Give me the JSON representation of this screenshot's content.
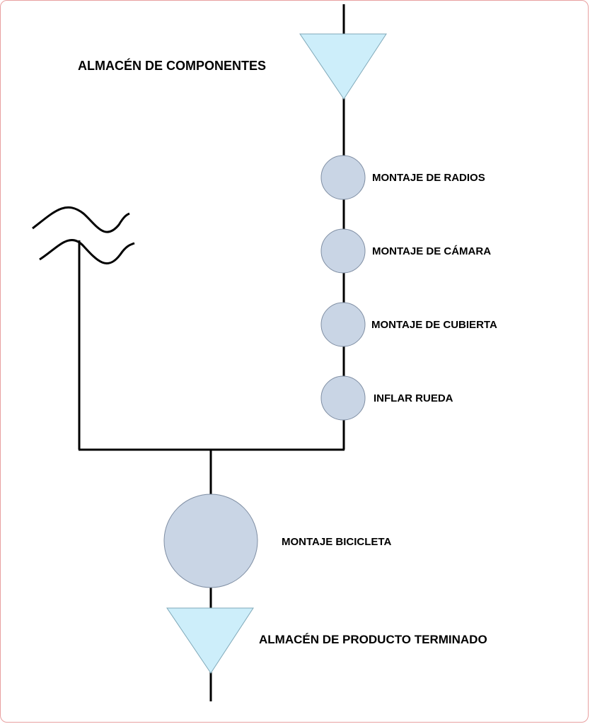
{
  "labels": {
    "components_warehouse": "ALMACÉN DE COMPONENTES",
    "spokes_assembly": "MONTAJE DE RADIOS",
    "tube_assembly": "MONTAJE DE CÁMARA",
    "tire_assembly": "MONTAJE DE CUBIERTA",
    "inflate_wheel": "INFLAR RUEDA",
    "bicycle_assembly": "MONTAJE BICICLETA",
    "finished_goods_warehouse": "ALMACÉN DE PRODUCTO TERMINADO"
  },
  "colors": {
    "storage_fill": "#cdeefa",
    "operation_fill": "#c9d5e5",
    "line": "#000000",
    "frame_border": "#e8a0a0"
  },
  "icons": {
    "storage": "inverted-triangle",
    "operation": "circle",
    "break": "wavy-break"
  }
}
